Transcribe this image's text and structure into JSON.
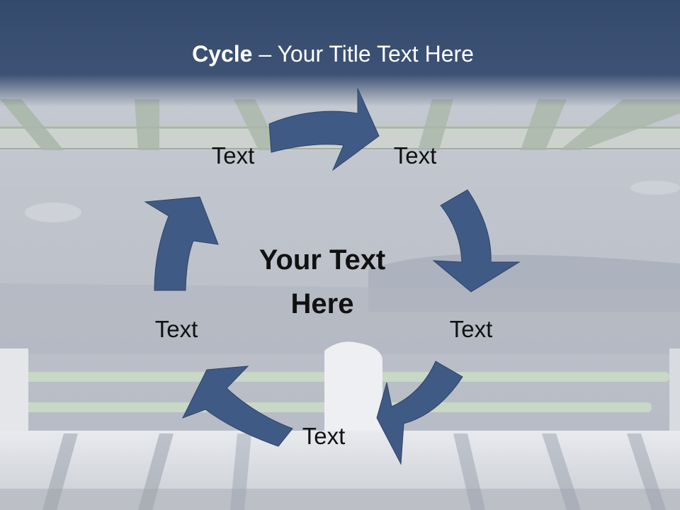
{
  "slide": {
    "title_bold": "Cycle",
    "title_rest": " – Your Title Text Here",
    "center_text": "Your Text Here"
  },
  "cycle": {
    "steps": [
      {
        "label": "Text"
      },
      {
        "label": "Text"
      },
      {
        "label": "Text"
      },
      {
        "label": "Text"
      },
      {
        "label": "Text"
      }
    ],
    "arrow_count": 5
  },
  "colors": {
    "header": "#344a6c",
    "arrow": "#3f5a85",
    "text": "#111111",
    "title": "#ffffff"
  }
}
